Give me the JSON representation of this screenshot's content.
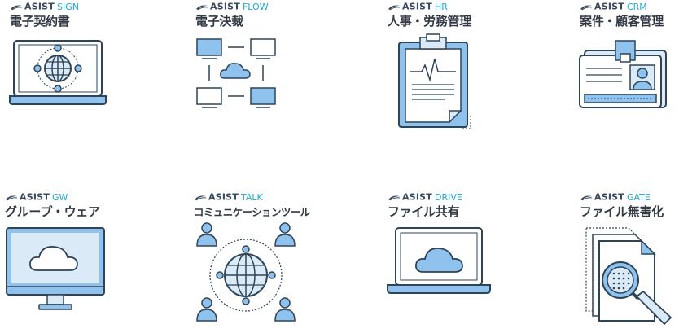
{
  "brand_name": "ASIST",
  "colors": {
    "stroke": "#2e4459",
    "fill_light": "#8fc2ec",
    "fill_pale": "#dbeaf7",
    "suffix": "#22a6cf",
    "title": "#333a44"
  },
  "products": [
    {
      "suffix": "SIGN",
      "name": "電子契約書",
      "icon": "laptop-globe-icon"
    },
    {
      "suffix": "FLOW",
      "name": "電子決裁",
      "icon": "workflow-cloud-icon"
    },
    {
      "suffix": "HR",
      "name": "人事・労務管理",
      "icon": "clipboard-document-icon"
    },
    {
      "suffix": "CRM",
      "name": "案件・顧客管理",
      "icon": "id-card-icon"
    },
    {
      "suffix": "GW",
      "name": "グループ・ウェア",
      "icon": "monitor-cloud-icon"
    },
    {
      "suffix": "TALK",
      "name": "コミュニケーションツール",
      "icon": "people-globe-icon"
    },
    {
      "suffix": "DRIVE",
      "name": "ファイル共有",
      "icon": "laptop-cloud-icon"
    },
    {
      "suffix": "GATE",
      "name": "ファイル無害化",
      "icon": "file-magnifier-icon"
    }
  ]
}
